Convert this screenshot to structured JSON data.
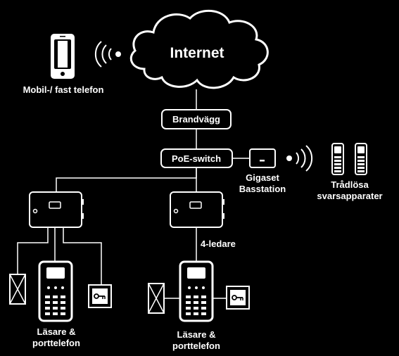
{
  "cloud": {
    "label": "Internet"
  },
  "phone": {
    "label": "Mobil-/ fast telefon",
    "icon": "smartphone-icon"
  },
  "firewall": {
    "label": "Brandvägg"
  },
  "switch": {
    "label": "PoE-switch"
  },
  "base_station": {
    "label_line1": "Gigaset",
    "label_line2": "Basstation"
  },
  "handsets": {
    "label_line1": "Trådlösa",
    "label_line2": "svarsapparater",
    "icon": "cordless-phone-icon"
  },
  "wire_label": "4-ledare",
  "reader_left": {
    "label_line1": "Läsare &",
    "label_line2": "porttelefon"
  },
  "reader_right": {
    "label_line1": "Läsare &",
    "label_line2": "porttelefon"
  },
  "colors": {
    "background": "#000000",
    "foreground": "#ffffff",
    "accent": "#111111"
  }
}
